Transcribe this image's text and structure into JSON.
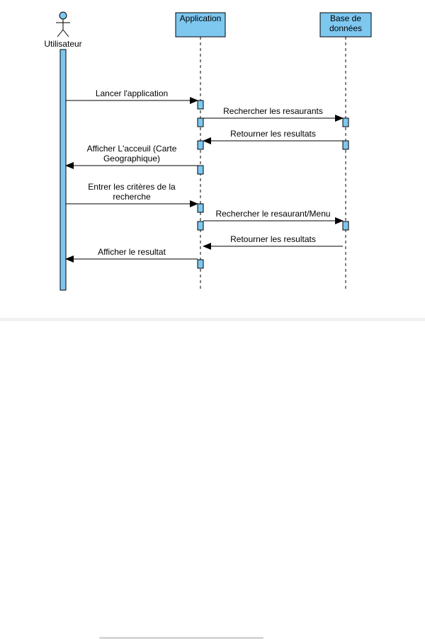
{
  "colors": {
    "box_fill": "#7ec8f0",
    "stroke": "#000000",
    "activation_fill": "#7ec8f0"
  },
  "actor": {
    "label": "Utilisateur",
    "icon": "stick-figure-icon"
  },
  "participants": [
    {
      "id": "app",
      "label_lines": [
        "Application"
      ]
    },
    {
      "id": "db",
      "label_lines": [
        "Base de",
        "données"
      ]
    }
  ],
  "messages": [
    {
      "from": "user",
      "to": "app",
      "label_lines": [
        "Lancer l'application"
      ]
    },
    {
      "from": "app",
      "to": "db",
      "label_lines": [
        "Rechercher les resaurants"
      ]
    },
    {
      "from": "db",
      "to": "app",
      "label_lines": [
        "Retourner les resultats"
      ]
    },
    {
      "from": "app",
      "to": "user",
      "label_lines": [
        "Afficher L'acceuil (Carte",
        "Geographique)"
      ]
    },
    {
      "from": "user",
      "to": "app",
      "label_lines": [
        "Entrer les critères de la",
        "recherche"
      ]
    },
    {
      "from": "app",
      "to": "db",
      "label_lines": [
        "Rechercher le resaurant/Menu"
      ]
    },
    {
      "from": "db",
      "to": "app",
      "label_lines": [
        "Retourner les resultats"
      ]
    },
    {
      "from": "app",
      "to": "user",
      "label_lines": [
        "Afficher le resultat"
      ]
    }
  ]
}
